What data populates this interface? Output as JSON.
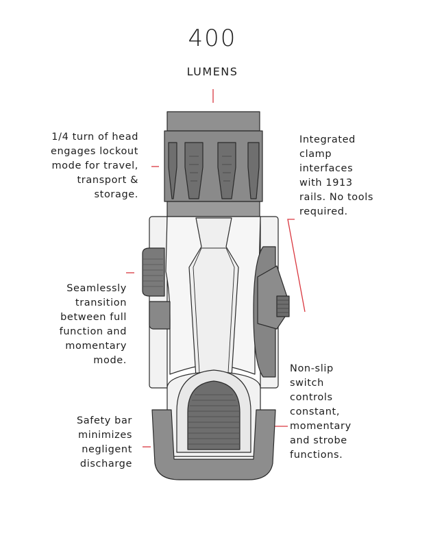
{
  "header": {
    "value": "400",
    "unit": "LUMENS"
  },
  "callouts": {
    "lockout": "1/4 turn of head\nengages lockout\nmode for travel,\ntransport &\nstorage.",
    "clamp": "Integrated\nclamp\ninterfaces\nwith 1913\nrails. No tools\nrequired.",
    "transition": "Seamlessly\ntransition\nbetween full\nfunction and\nmomentary\nmode.",
    "switch": "Non-slip\nswitch\ncontrols\nconstant,\nmomentary\nand strobe\nfunctions.",
    "safety": "Safety bar\nminimizes\nnegligent\ndischarge"
  },
  "colors": {
    "leader": "#d9363e",
    "body_fill": "#f4f4f4",
    "dark_part": "#7a7a7a",
    "head": "#8e8e8e",
    "outline": "#2a2a2a"
  }
}
